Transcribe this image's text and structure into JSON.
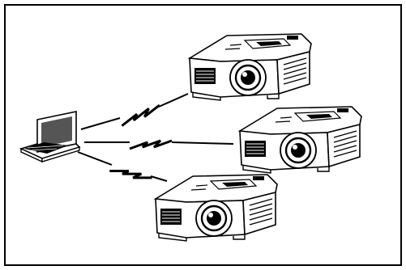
{
  "diagram": {
    "frame": {
      "stroke_color": "#000000",
      "background": "#ffffff"
    },
    "ink_color": "#000000",
    "source": {
      "icon": "laptop-icon"
    },
    "targets": [
      {
        "icon": "projector-icon"
      },
      {
        "icon": "projector-icon"
      },
      {
        "icon": "projector-icon"
      }
    ],
    "links": [
      {
        "type": "wireless",
        "icon": "lightning-icon",
        "from": "laptop",
        "to": "projector-1"
      },
      {
        "type": "wireless",
        "icon": "lightning-icon",
        "from": "laptop",
        "to": "projector-2"
      },
      {
        "type": "wireless",
        "icon": "lightning-icon",
        "from": "laptop",
        "to": "projector-3"
      }
    ]
  }
}
